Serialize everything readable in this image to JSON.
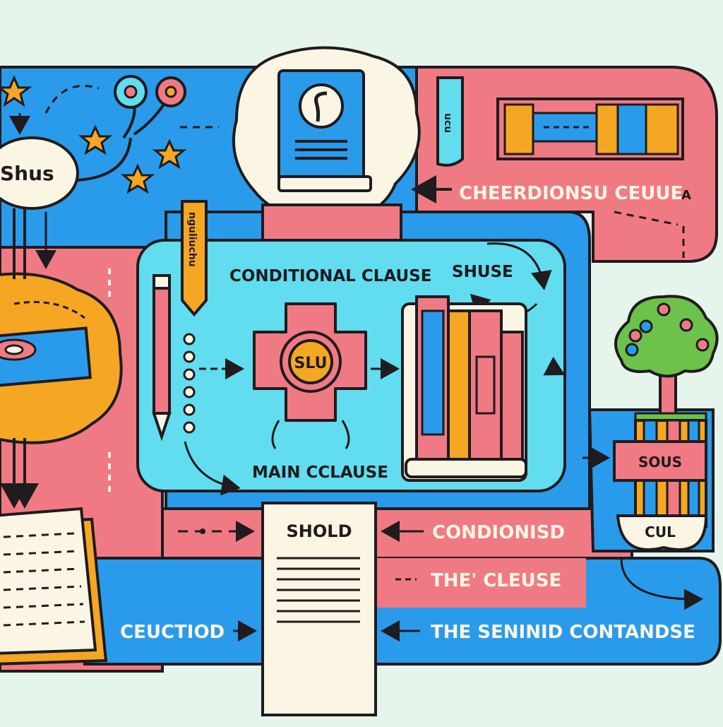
{
  "colors": {
    "background": "#e6f5ec",
    "blue": "#2a9bea",
    "pink": "#f07a84",
    "cyan": "#62dcef",
    "orange": "#f5a623",
    "cream": "#fbf6e4",
    "ink": "#1f1b1e",
    "green": "#6cc24a"
  },
  "icons": [
    "book-icon",
    "flower-icon",
    "star-icon",
    "tree-icon",
    "pencil-icon",
    "bookshelf-icon",
    "document-icon",
    "gear-icon",
    "ruler-icon"
  ],
  "labels": {
    "top_left_bubble": "Shus",
    "upper_right_caption": "CHEERDIONSU CEUUE",
    "upper_right_mark": "A",
    "tab_vertical": "nguliuchu",
    "tab_small": "ucu",
    "conditional_clause": "CONDITIONAL CLAUSE",
    "shuse": "SHUSE",
    "gear_center": "SLU",
    "main_clause": "MAIN CCLAUSE",
    "should_card": "SHOLD",
    "condionisd": "CONDIONISD",
    "the_cleuse": "THE' CLEUSE",
    "ceuctiod": "CEUCTIOD",
    "bottom_caption": "THE  SENINID  CONTANDSE",
    "sous": "SOUS",
    "cul": "CUL"
  }
}
